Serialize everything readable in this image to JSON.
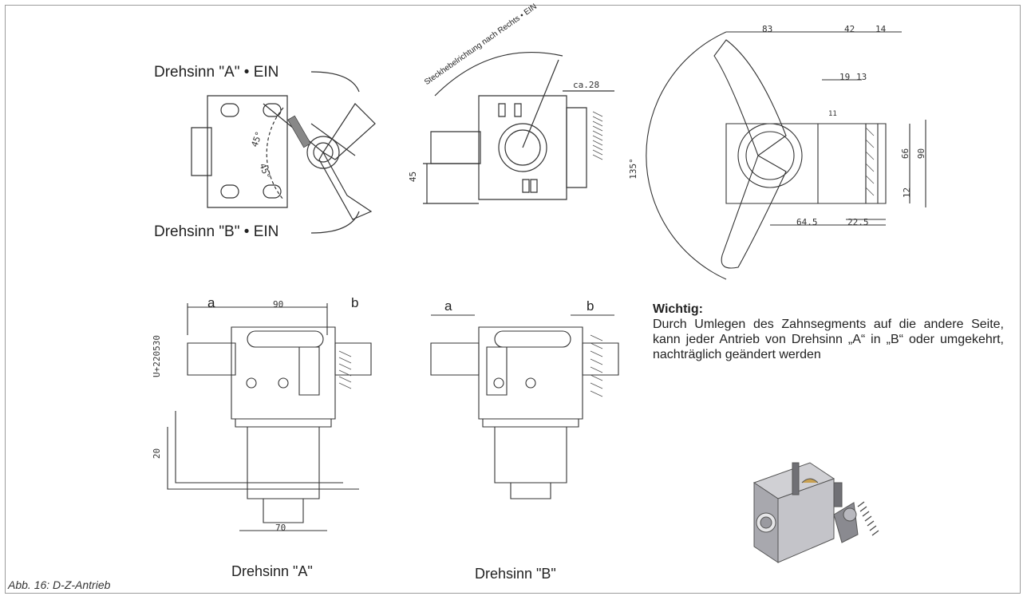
{
  "labels": {
    "direction_a_on": "Drehsinn \"A\" • EIN",
    "direction_b_on": "Drehsinn \"B\" • EIN",
    "angle_45_upper": "45°",
    "angle_45_lower": "45°",
    "arc_text": "Steckhebelrichtung nach Rechts • EIN",
    "dim_ca28": "ca.28",
    "dim_45": "45",
    "dim_83": "83",
    "dim_42": "42",
    "dim_14": "14",
    "dim_19": "19",
    "dim_13": "13",
    "dim_11": "11",
    "dim_66": "66",
    "dim_90_right": "90",
    "dim_12": "12",
    "dim_64_5": "64.5",
    "dim_22_5": "22.5",
    "dim_135": "135°",
    "a_left": "a",
    "b_left": "b",
    "dim_90_bottom": "90",
    "u_code": "U+220530",
    "dim_20": "20",
    "dim_70": "70",
    "a_right": "a",
    "b_right": "b",
    "drehsinn_a": "Drehsinn \"A\"",
    "drehsinn_b": "Drehsinn \"B\""
  },
  "note": {
    "title": "Wichtig:",
    "body": "Durch Umlegen des Zahnsegments auf die andere Seite, kann jeder Antrieb von Drehsinn „A“ in „B“ oder umgekehrt, nachträglich geändert werden"
  },
  "caption": "Abb. 16: D-Z-Antrieb"
}
